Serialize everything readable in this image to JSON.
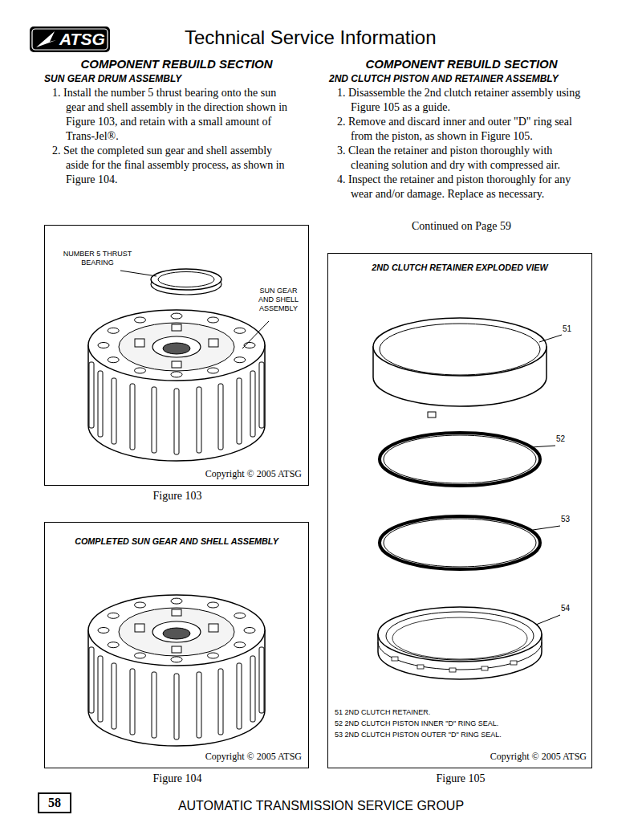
{
  "diagram": {
    "title": "Technical Service Information",
    "nodes": [
      {
        "text": [
          "NUMBER 5 THRUST BEARING",
          "SUN GEAR AND SHELL ASSEMBLY",
          "Copyright © 2005 ATSG",
          "Figure 103"
        ]
      },
      {
        "text": [
          "COMPLETED SUN GEAR AND SHELL ASSEMBLY",
          "Copyright © 2005 ATSG",
          "Figure 104"
        ]
      },
      {
        "text": [
          "2ND CLUTCH RETAINER EXPLODED VIEW",
          "51",
          "52",
          "53",
          "54",
          "51 2ND CLUTCH RETAINER.",
          "52 2ND CLUTCH PISTON INNER \"D\" RING SEAL.",
          "53 2ND CLUTCH PISTON OUTER \"D\" RING SEAL.",
          "Copyright © 2005 ATSG",
          "Figure 105"
        ]
      }
    ],
    "labels": [
      "ATSG",
      "COMPONENT REBUILD SECTION",
      "SUN GEAR DRUM ASSEMBLY",
      "1. Install the number 5 thrust bearing onto the sun gear and shell assembly in the direction shown in Figure 103, and retain with a small amount of Trans-Jel®.",
      "2. Set the completed sun gear and shell assembly aside for the final assembly process, as shown in Figure 104.",
      "COMPONENT REBUILD SECTION",
      "2ND CLUTCH PISTON AND RETAINER ASSEMBLY",
      "1. Disassemble the 2nd clutch retainer assembly using Figure 105 as a guide.",
      "2. Remove and discard inner and outer \"D\" ring seal from the piston, as shown in Figure 105.",
      "3. Clean the retainer and piston thoroughly with cleaning solution and dry with compressed air.",
      "4. Inspect the retainer and piston thoroughly for any wear and/or damage. Replace as necessary.",
      "Continued on Page 59",
      "58",
      "AUTOMATIC TRANSMISSION SERVICE GROUP"
    ]
  }
}
